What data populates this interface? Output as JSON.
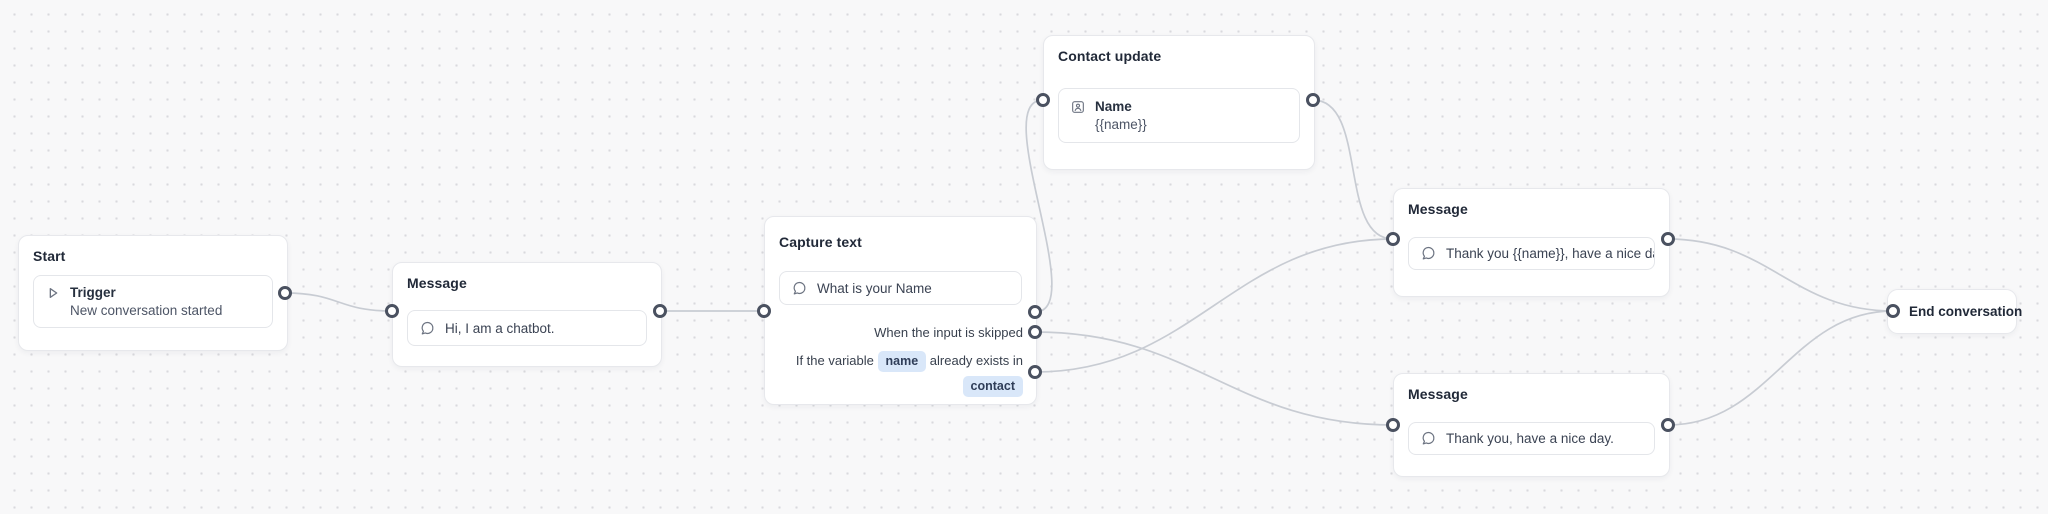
{
  "canvas": {
    "background": "#f8f8f9",
    "dot_color": "#d9d9dd",
    "wire_color": "#c8ccd3",
    "port_ring_color": "#4a5160",
    "pill_bg": "#d9e7f9",
    "pill_text_color": "#2f3d58"
  },
  "nodes": {
    "start": {
      "title": "Start",
      "item_label": "Trigger",
      "item_sub": "New conversation started",
      "icon": "play-icon"
    },
    "message1": {
      "title": "Message",
      "text": "Hi, I am a chatbot.",
      "icon": "chat-bubble-icon"
    },
    "capture": {
      "title": "Capture text",
      "prompt": "What is your Name",
      "icon": "chat-bubble-icon",
      "branch_skipped": "When the input is skipped",
      "branch_exists": {
        "prefix": "If the variable",
        "variable": "name",
        "middle": "already exists in",
        "target": "contact"
      }
    },
    "contact_update": {
      "title": "Contact update",
      "item_label": "Name",
      "item_sub": "{{name}}",
      "icon": "contact-card-icon"
    },
    "message_top": {
      "title": "Message",
      "text": "Thank you {{name}}, have a nice day.",
      "icon": "chat-bubble-icon"
    },
    "message_bottom": {
      "title": "Message",
      "text": "Thank you, have a nice day.",
      "icon": "chat-bubble-icon"
    },
    "end": {
      "label": "End conversation"
    }
  },
  "edges": [
    {
      "from": "start-out",
      "to": "msg1-in"
    },
    {
      "from": "msg1-out",
      "to": "capture-in"
    },
    {
      "from": "capture-out-main",
      "to": "contact-in"
    },
    {
      "from": "contact-out",
      "to": "msgtop-in"
    },
    {
      "from": "capture-out-skip",
      "to": "msgbottom-in"
    },
    {
      "from": "capture-out-exists",
      "to": "msgtop-in"
    },
    {
      "from": "msgtop-out",
      "to": "end-in"
    },
    {
      "from": "msgbottom-out",
      "to": "end-in"
    }
  ]
}
